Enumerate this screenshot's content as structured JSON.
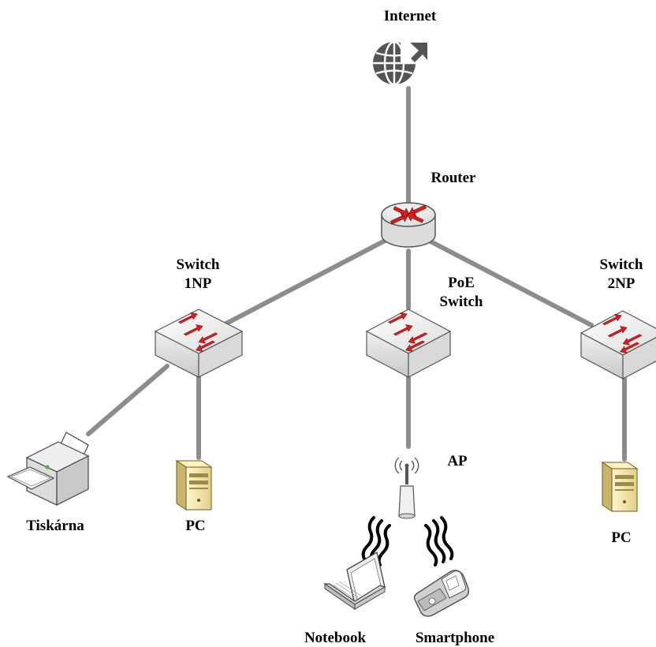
{
  "labels": {
    "internet": "Internet",
    "router": "Router",
    "switch1_line1": "Switch",
    "switch1_line2": "1NP",
    "poe_line1": "PoE",
    "poe_line2": "Switch",
    "switch2_line1": "Switch",
    "switch2_line2": "2NP",
    "printer": "Tiskárna",
    "pc1": "PC",
    "ap": "AP",
    "pc2": "PC",
    "notebook": "Notebook",
    "smartphone": "Smartphone"
  },
  "colors": {
    "link": "#8c8c8c",
    "globe": "#545454",
    "switch_face": "#e6e6e6",
    "switch_side": "#bdbdbd",
    "arrow": "#d81e1e",
    "pc_body": "#f2e3a8",
    "pc_shade": "#c9b46a"
  },
  "icons": [
    "globe-icon",
    "router-icon",
    "switch-icon",
    "printer-icon",
    "pc-icon",
    "access-point-icon",
    "laptop-icon",
    "smartphone-icon"
  ]
}
